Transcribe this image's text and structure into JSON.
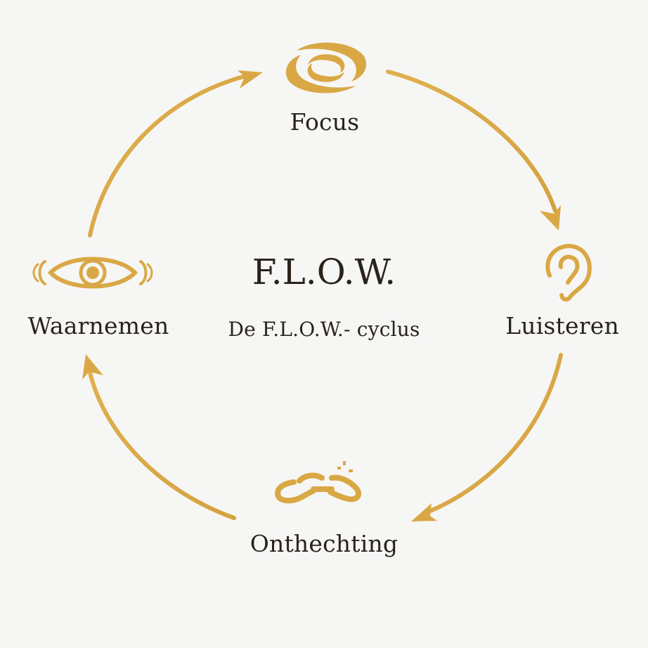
{
  "center": {
    "title": "F.L.O.W.",
    "subtitle": "De F.L.O.W.- cyclus"
  },
  "stages": [
    {
      "label": "Focus",
      "icon": "spiral-icon"
    },
    {
      "label": "Luisteren",
      "icon": "ear-icon"
    },
    {
      "label": "Onthechting",
      "icon": "broken-chain-icon"
    },
    {
      "label": "Waarnemen",
      "icon": "eye-icon"
    }
  ],
  "colors": {
    "accent": "#d9a845",
    "text": "#2a231c",
    "background": "#f6f6f5"
  }
}
